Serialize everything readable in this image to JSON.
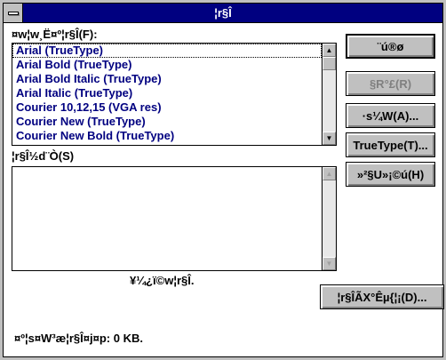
{
  "window": {
    "title": "¦r§Î"
  },
  "fonts_label": "¤w¦w¸Ë¤º¦r§Î(F):",
  "font_list": [
    "Arial (TrueType)",
    "Arial Bold (TrueType)",
    "Arial Bold Italic (TrueType)",
    "Arial Italic (TrueType)",
    "Courier 10,12,15 (VGA res)",
    "Courier New (TrueType)",
    "Courier New Bold (TrueType)"
  ],
  "sample_label": "¦r§Î½d¨Ò(S)",
  "sample_caption": "¥¼¿ï©w¦r§Î.",
  "buttons": {
    "close": "¨ú®ø",
    "remove": "§R°£(R)",
    "add": "·s¼W(A)...",
    "truetype": "TrueType(T)...",
    "help": "»²§U»¡©ú(H)",
    "font_info": "¦r§ÎÃX°Êµ{¦¡(D)..."
  },
  "status": "¤º¦s¤W³æ¦r§Î¤j¤p:  0 KB."
}
